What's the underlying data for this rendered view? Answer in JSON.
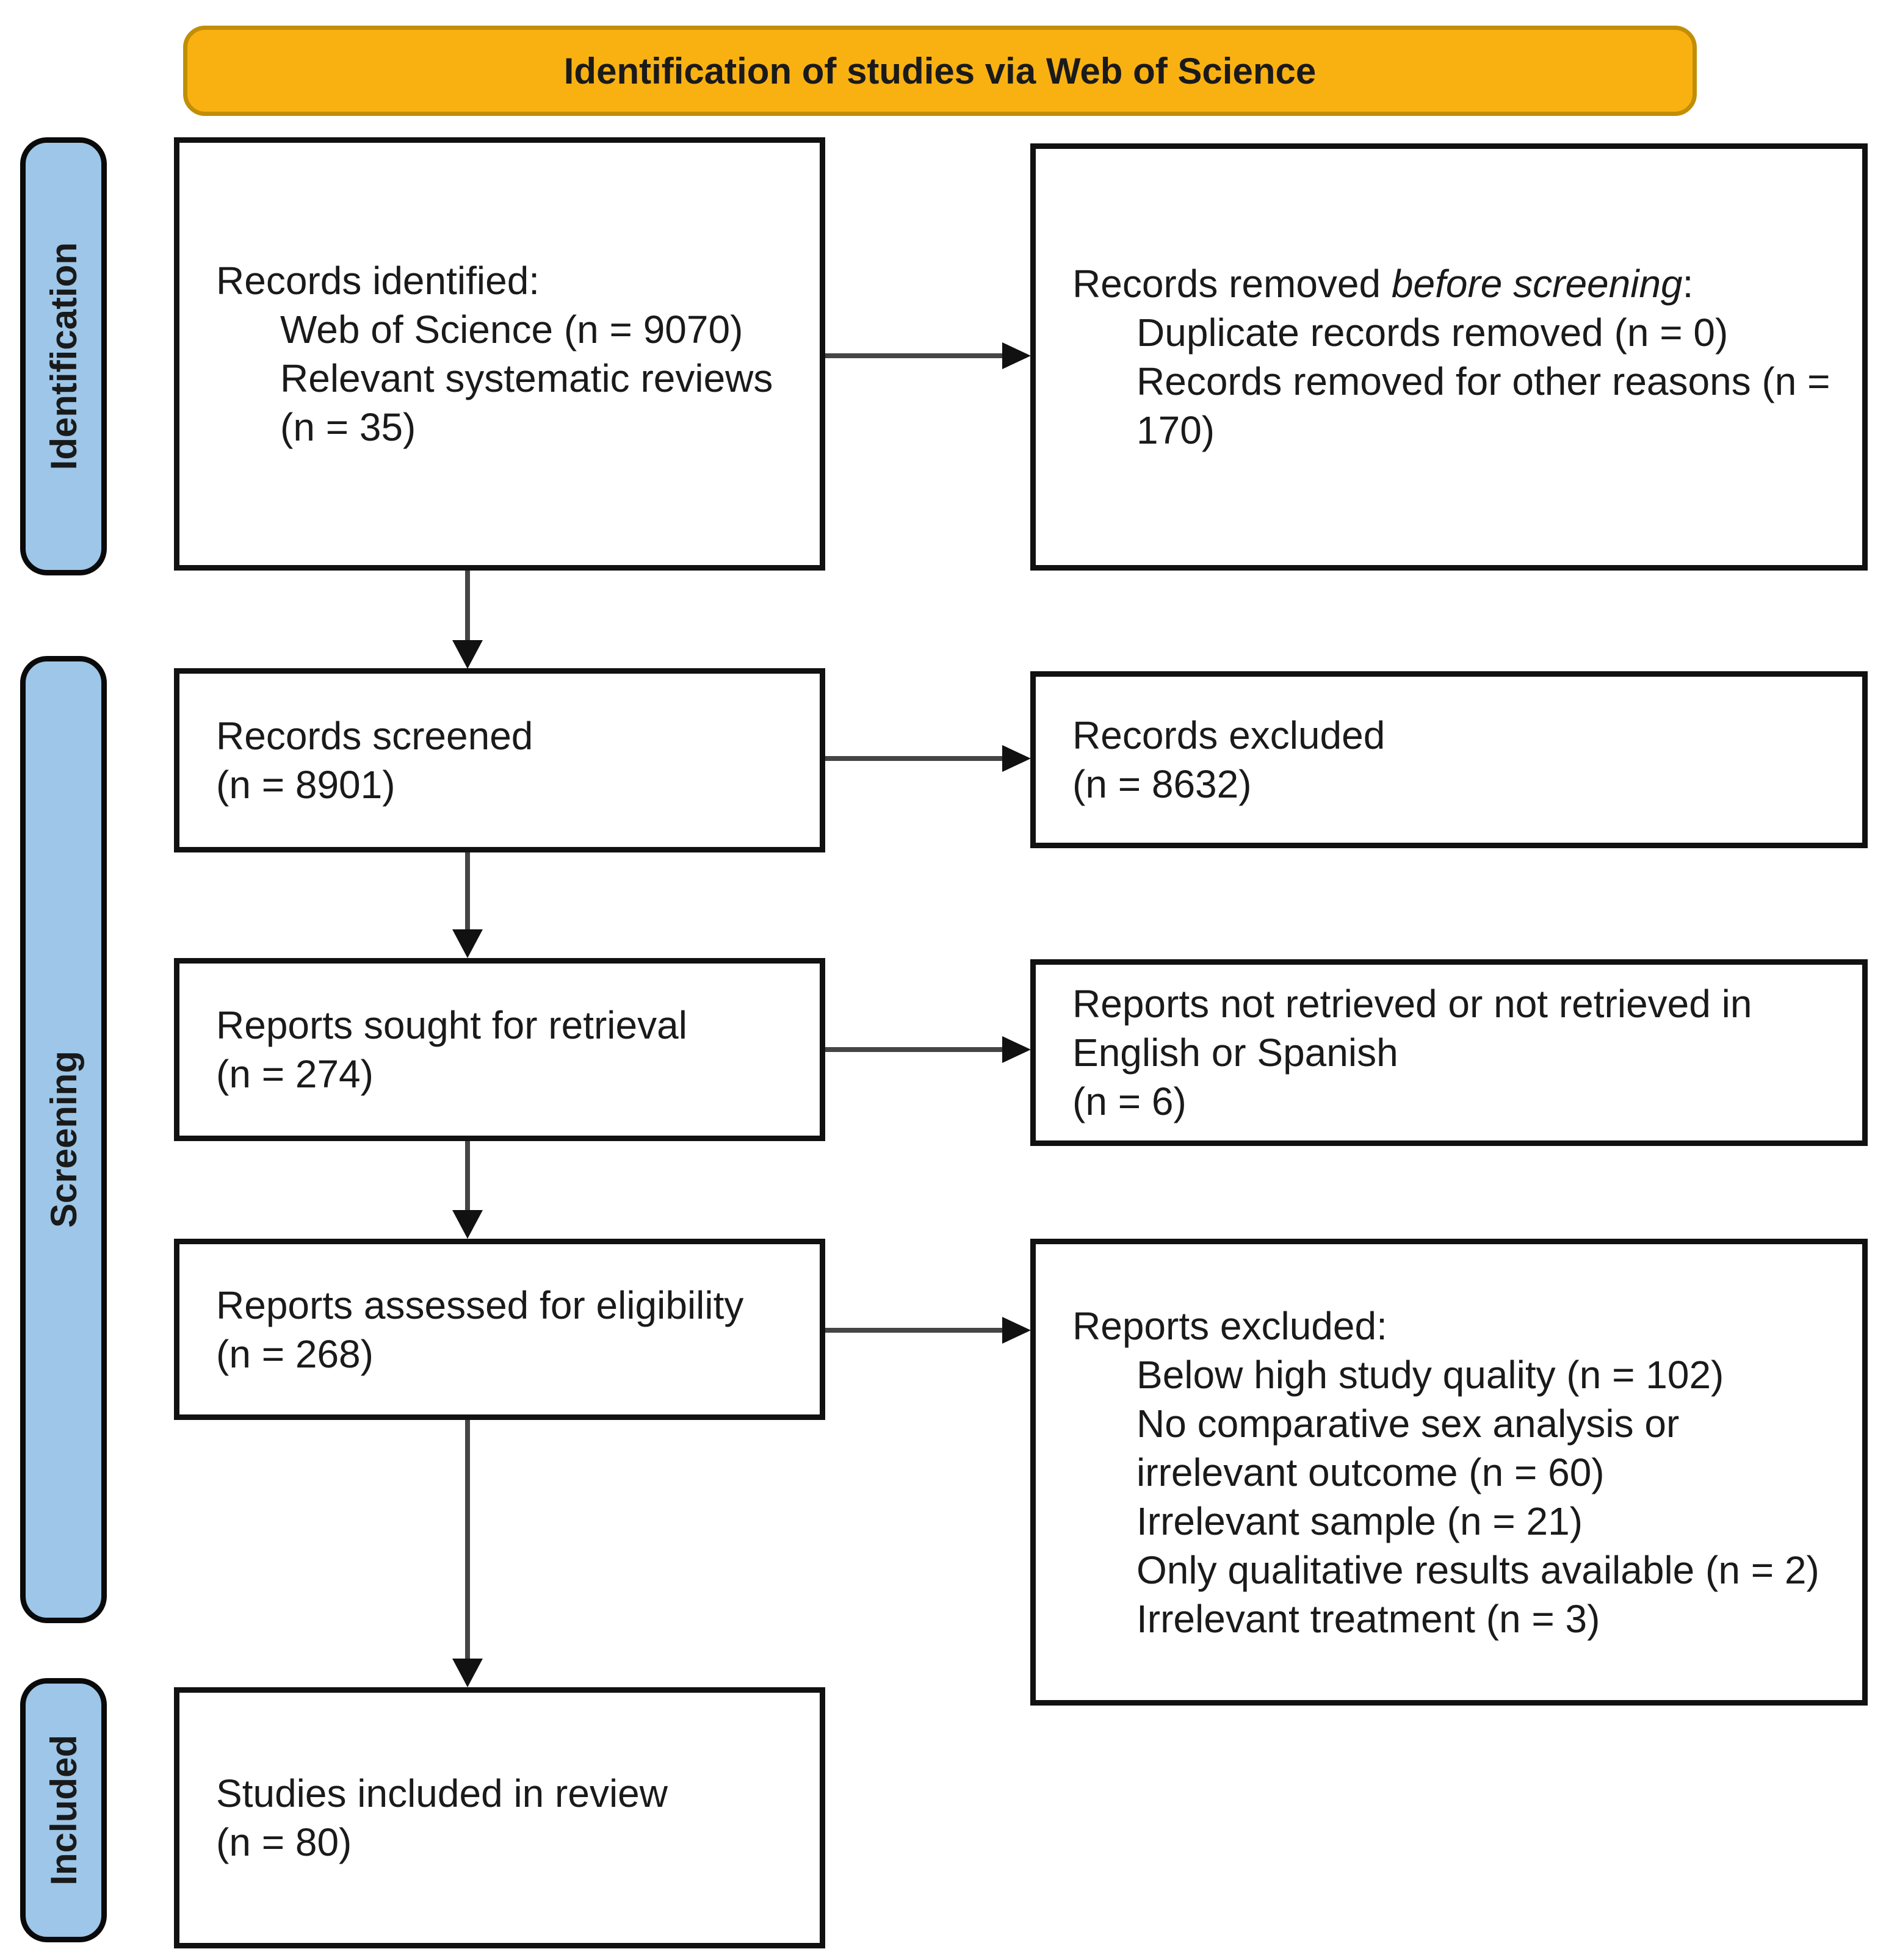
{
  "banner": {
    "label": "Identification of studies via Web of Science"
  },
  "stages": {
    "identification": "Identification",
    "screening": "Screening",
    "included": "Included"
  },
  "boxes": {
    "records_identified": {
      "title": "Records identified:",
      "items": [
        "Web of Science (n = 9070)",
        "Relevant systematic reviews (n = 35)"
      ]
    },
    "records_removed": {
      "title_prefix": "Records removed ",
      "title_italic": "before screening",
      "title_suffix": ":",
      "items": [
        "Duplicate records removed (n = 0)",
        "Records removed for other reasons (n = 170)"
      ]
    },
    "records_screened": {
      "lines": [
        "Records screened",
        "(n = 8901)"
      ]
    },
    "records_excluded": {
      "lines": [
        "Records excluded",
        "(n = 8632)"
      ]
    },
    "reports_sought": {
      "lines": [
        "Reports sought for retrieval",
        "(n = 274)"
      ]
    },
    "reports_not_retrieved": {
      "lines": [
        "Reports not retrieved or not retrieved in English or Spanish",
        "(n = 6)"
      ]
    },
    "reports_assessed": {
      "lines": [
        "Reports assessed for eligibility",
        "(n = 268)"
      ]
    },
    "reports_excluded": {
      "title": "Reports excluded:",
      "items": [
        "Below high study quality (n = 102)",
        "No comparative sex analysis or irrelevant outcome (n = 60)",
        "Irrelevant sample (n = 21)",
        "Only qualitative results available (n = 2)",
        "Irrelevant treatment (n = 3)"
      ]
    },
    "studies_included": {
      "lines": [
        "Studies included in review",
        "(n = 80)"
      ]
    }
  },
  "colors": {
    "banner_fill": "#F9B112",
    "banner_border": "#C28E06",
    "stage_fill": "#9DC6E8",
    "stage_border": "#0A0A0A",
    "box_border": "#111111",
    "arrow_line": "#454545",
    "arrow_head": "#111111"
  }
}
